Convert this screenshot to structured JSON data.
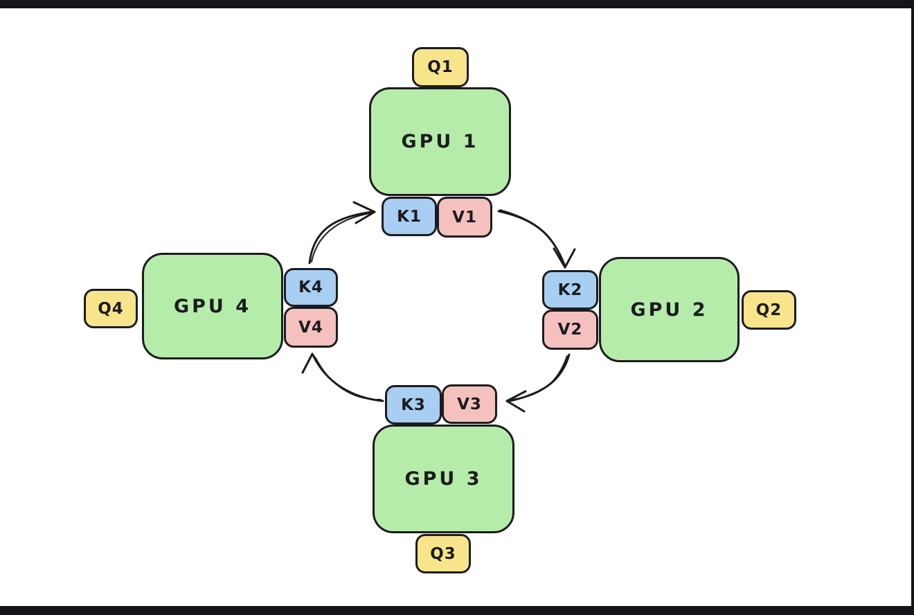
{
  "diagram_title": "ring-attention-kv-rotation",
  "nodes": {
    "gpu1": "GPU 1",
    "gpu2": "GPU 2",
    "gpu3": "GPU 3",
    "gpu4": "GPU 4",
    "q1": "Q1",
    "k1": "K1",
    "v1": "V1",
    "q2": "Q2",
    "k2": "K2",
    "v2": "V2",
    "q3": "Q3",
    "k3": "K3",
    "v3": "V3",
    "q4": "Q4",
    "k4": "K4",
    "v4": "V4"
  },
  "ring_flow": [
    "K1/V1 -> GPU 2",
    "K2/V2 -> GPU 3",
    "K3/V3 -> GPU 4",
    "K4/V4 -> GPU 1"
  ],
  "colors": {
    "gpu_fill": "#b6ecaa",
    "query_fill": "#f8e48a",
    "key_fill": "#a8cef2",
    "value_fill": "#f5c1bf",
    "stroke": "#1b1b1f",
    "background": "#ffffff",
    "frame": "#141418"
  }
}
